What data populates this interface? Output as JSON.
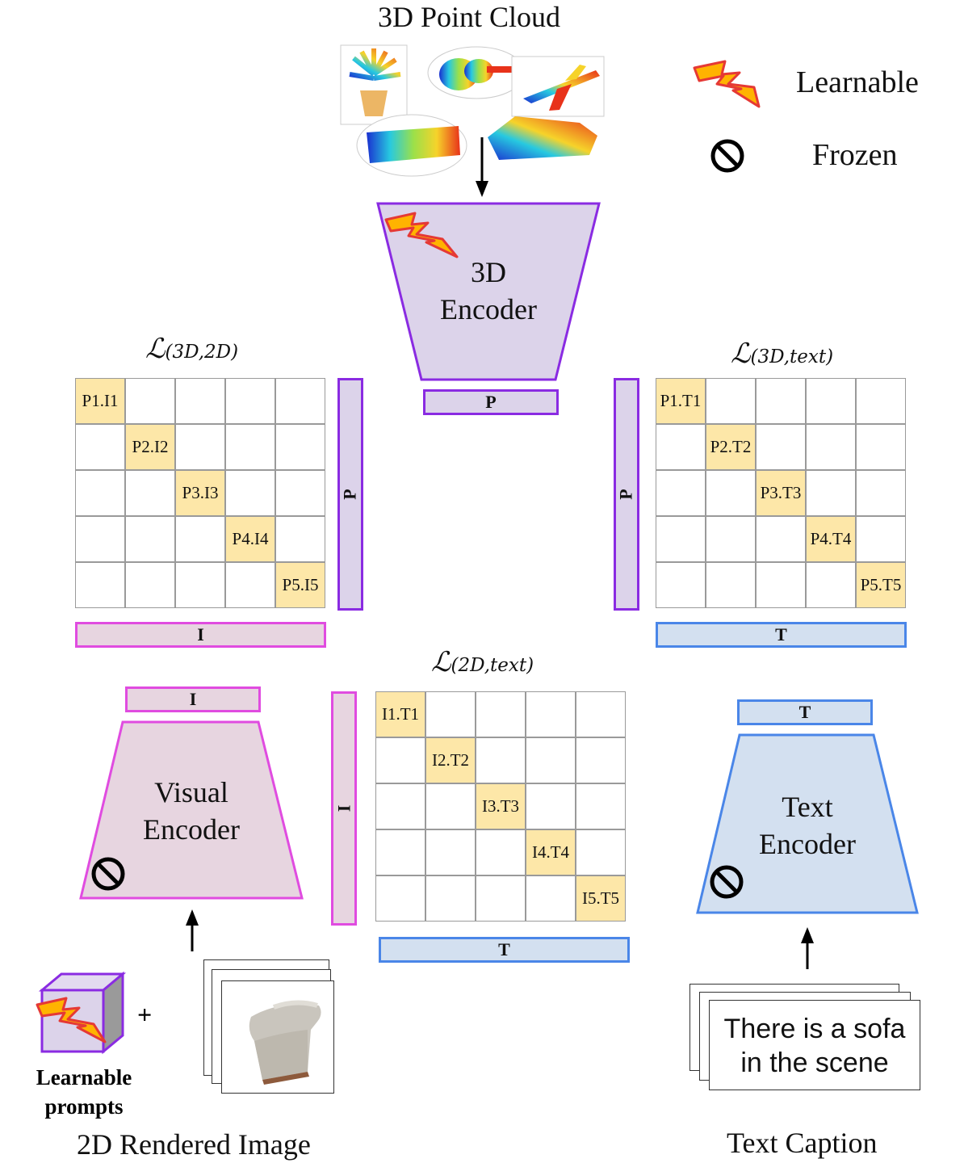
{
  "top_title": "3D Point Cloud",
  "legend": {
    "learnable_label": "Learnable",
    "frozen_label": "Frozen",
    "learnable_icon": "lightning-icon",
    "frozen_icon": "prohibited-icon"
  },
  "encoders": {
    "encoder_3d": {
      "line1": "3D",
      "line2": "Encoder"
    },
    "visual": {
      "line1": "Visual",
      "line2": "Encoder"
    },
    "text": {
      "line1": "Text",
      "line2": "Encoder"
    }
  },
  "bars": {
    "p": "P",
    "i": "I",
    "t": "T"
  },
  "losses": {
    "left": {
      "symbol": "ℒ",
      "sub": "(3D,2D)"
    },
    "right": {
      "symbol": "ℒ",
      "sub": "(3D,text)"
    },
    "bottom": {
      "symbol": "ℒ",
      "sub": "(2D,text)"
    }
  },
  "matrices": {
    "left": [
      "P1.I1",
      "P2.I2",
      "P3.I3",
      "P4.I4",
      "P5.I5"
    ],
    "right": [
      "P1.T1",
      "P2.T2",
      "P3.T3",
      "P4.T4",
      "P5.T5"
    ],
    "bottom": [
      "I1.T1",
      "I2.T2",
      "I3.T3",
      "I4.T4",
      "I5.T5"
    ]
  },
  "prompts": {
    "line1": "Learnable",
    "line2": "prompts",
    "plus": "+"
  },
  "caption_text": {
    "line1": "There is a sofa",
    "line2": "in the scene"
  },
  "bottom_labels": {
    "image": "2D Rendered Image",
    "caption": "Text Caption"
  },
  "colors": {
    "purple": "#8a2be2",
    "magenta": "#e04ce0",
    "blue": "#4a86e8",
    "diag_fill": "#fde7a8",
    "enc3d_fill": "#dcd3ea",
    "visual_fill": "#e7d5e0",
    "text_fill": "#d3e0f0"
  }
}
